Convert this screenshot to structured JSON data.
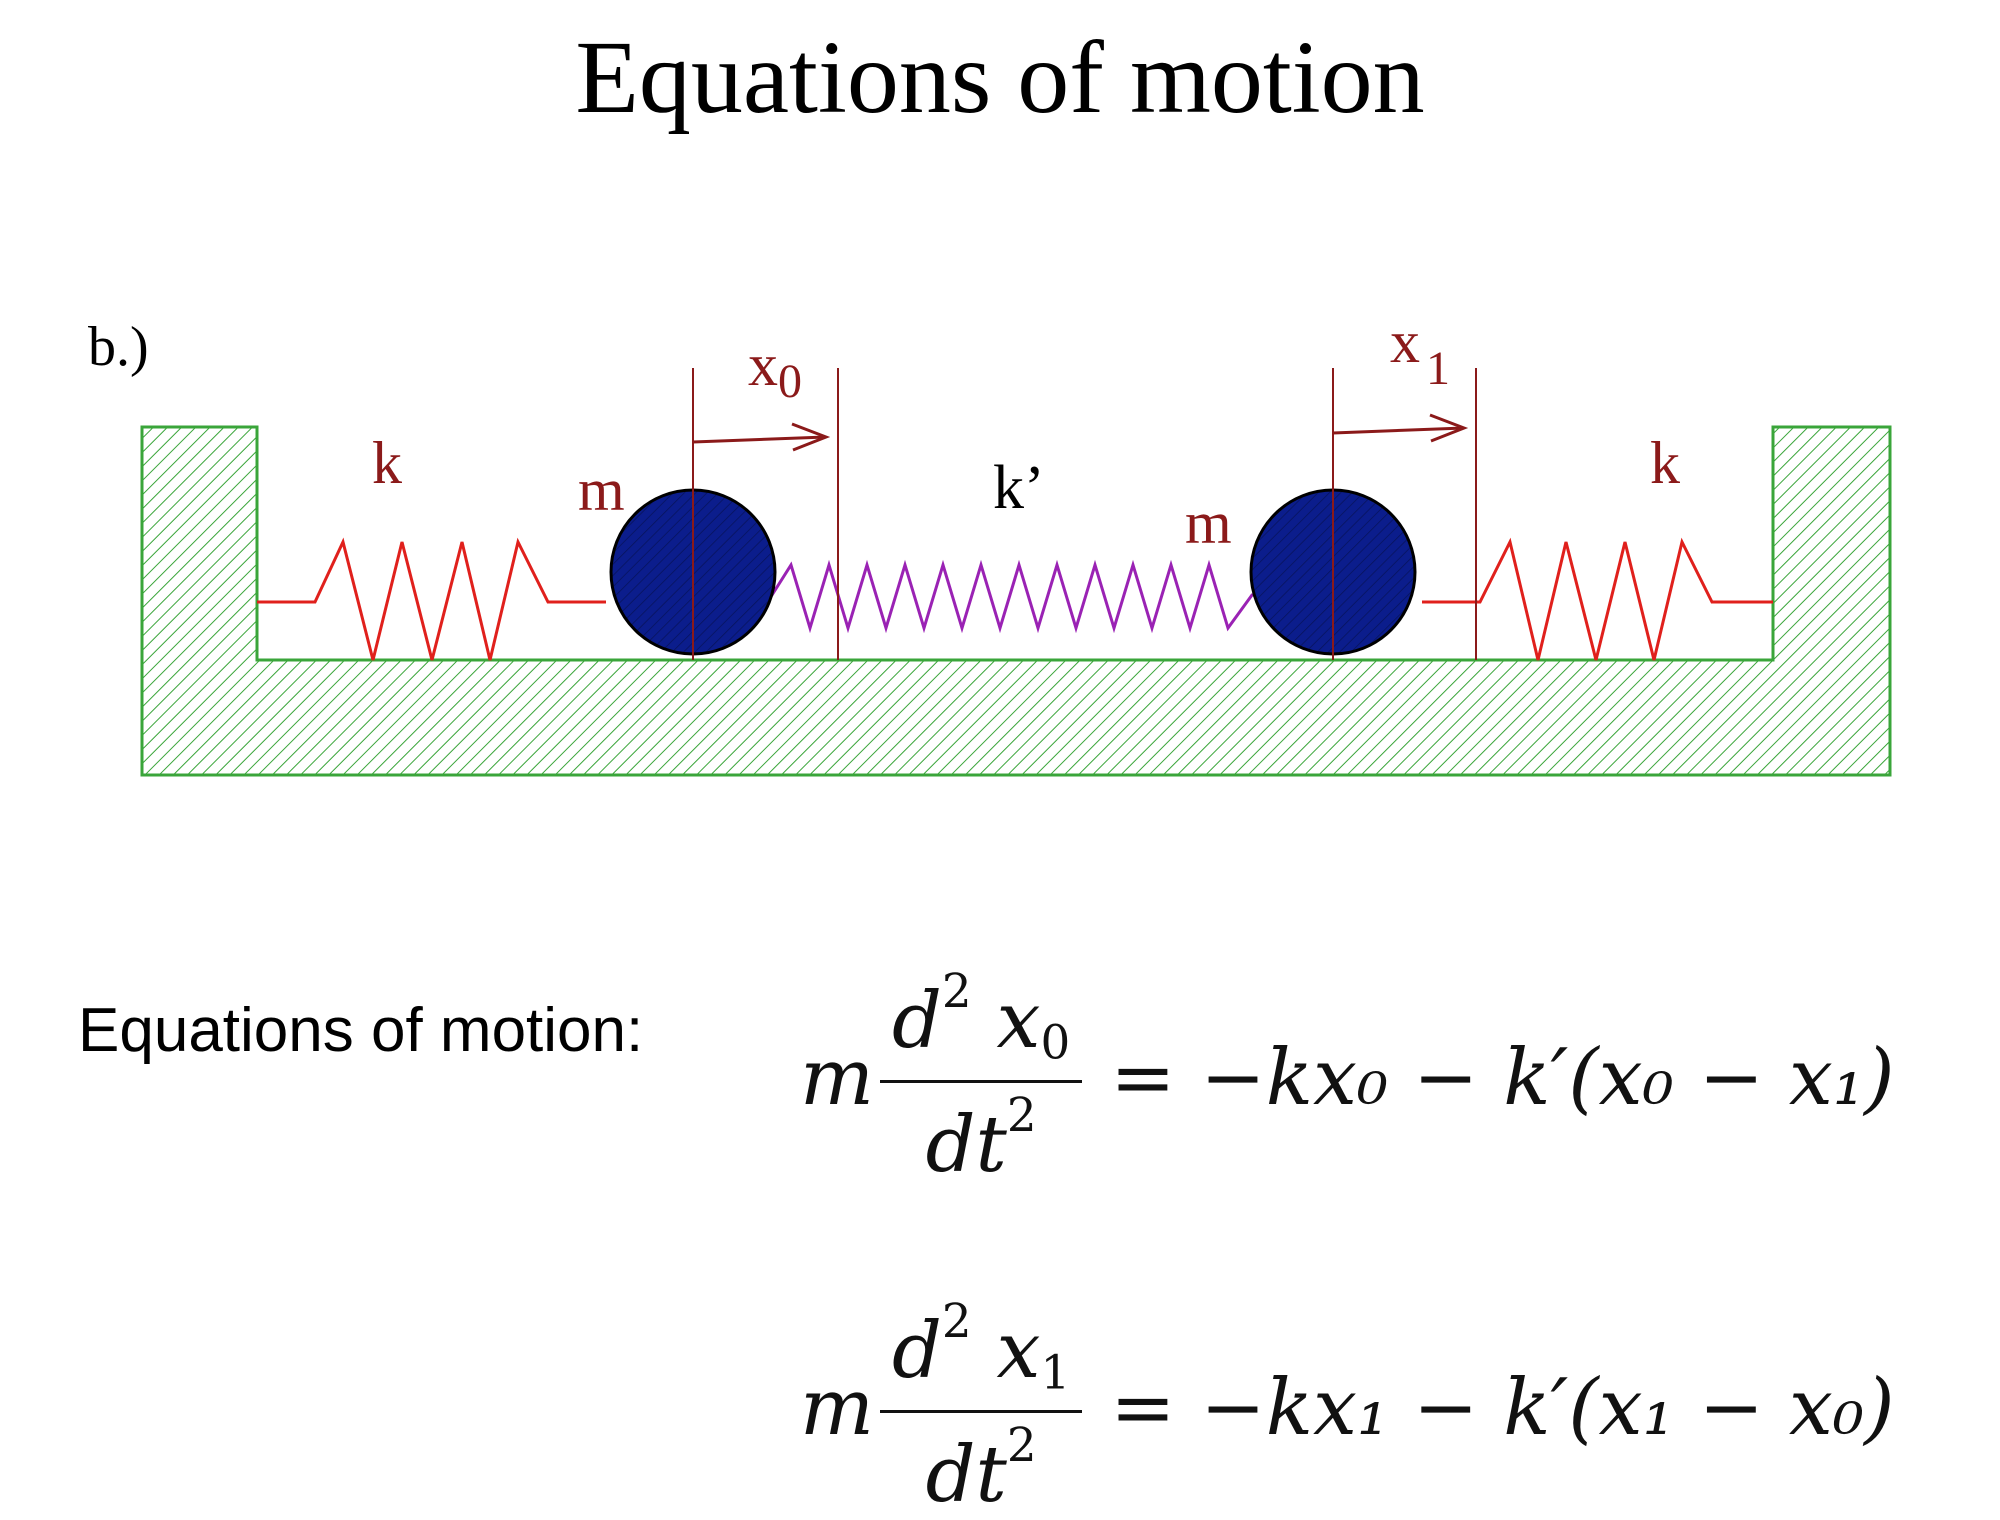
{
  "title": "Equations of motion",
  "diagram": {
    "panel_label": "b.)",
    "labels": {
      "k_left": "k",
      "k_right": "k",
      "k_prime": "k’",
      "m_left": "m",
      "m_right": "m",
      "x0_base": "x",
      "x0_sub": "0",
      "x1_base": "x",
      "x1_sub": "1"
    },
    "colors": {
      "wall": "#3aa53a",
      "spring_outer": "#e0201c",
      "spring_middle": "#9a22b4",
      "mass_fill": "#0b1d8c",
      "marker_lines": "#8b1a1a",
      "label_text": "#8b1a1a"
    }
  },
  "equations": {
    "label": "Equations of motion:",
    "eq1": {
      "lhs_m": "m",
      "num_d": "d",
      "num_exp": "2",
      "num_var": "x",
      "num_sub": "0",
      "den_dt": "dt",
      "den_exp": "2",
      "rhs": "= −kx₀ − k′(x₀ − x₁)"
    },
    "eq2": {
      "lhs_m": "m",
      "num_d": "d",
      "num_exp": "2",
      "num_var": "x",
      "num_sub": "1",
      "den_dt": "dt",
      "den_exp": "2",
      "rhs": "= −kx₁ − k′(x₁ − x₀)"
    }
  }
}
